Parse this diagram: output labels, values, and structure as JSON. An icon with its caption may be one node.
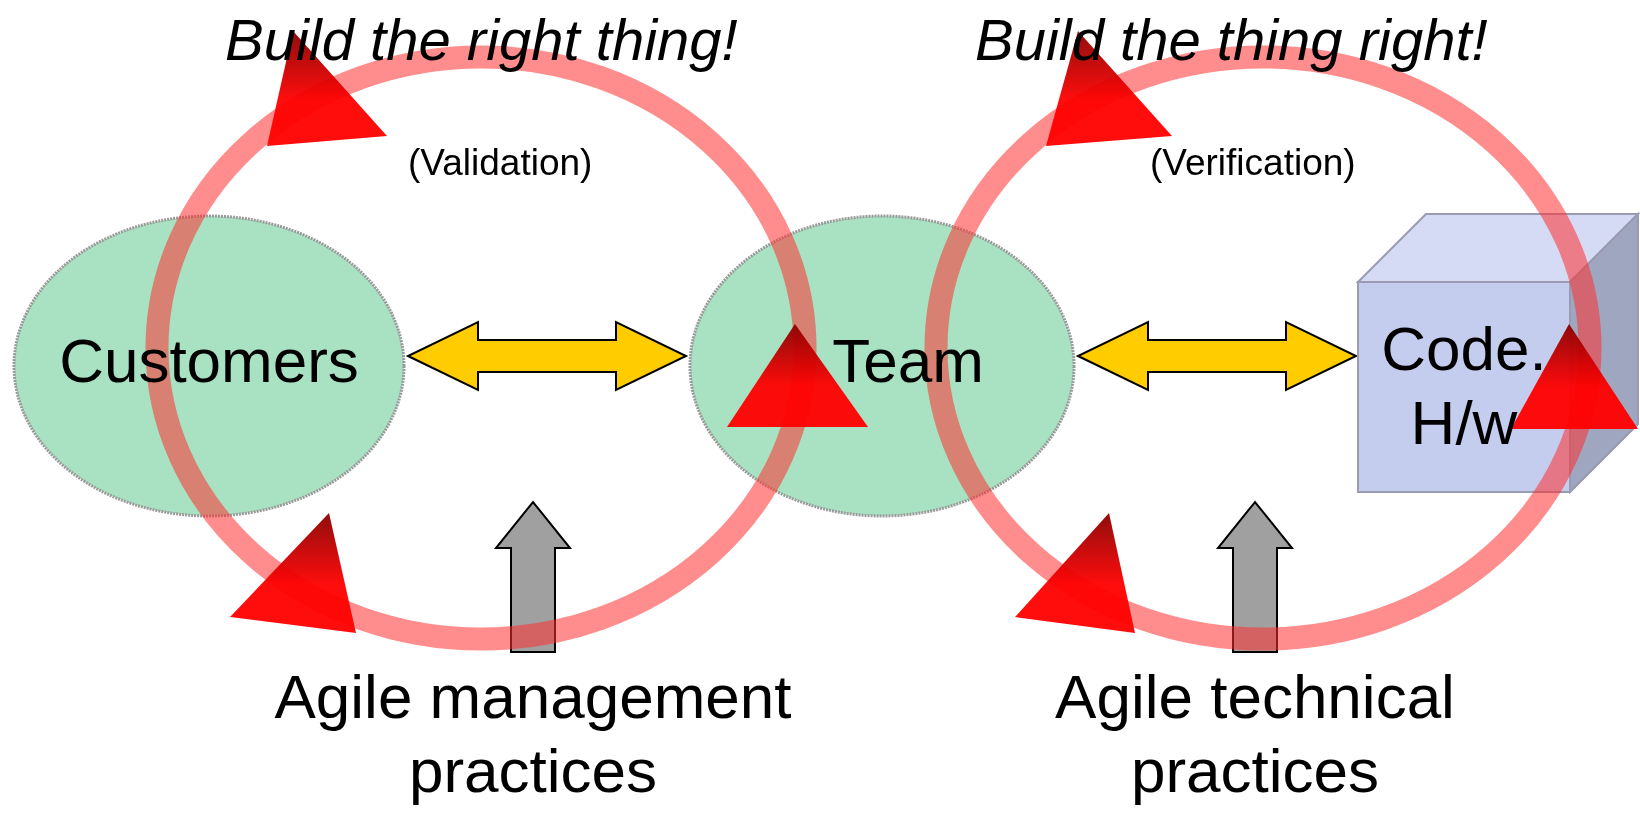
{
  "diagram": {
    "nodes": [
      {
        "text": [
          "Customers"
        ]
      },
      {
        "text": [
          "Team"
        ]
      },
      {
        "text": [
          "Code. H/w"
        ]
      },
      {
        "text": [
          "Agile management practices"
        ]
      },
      {
        "text": [
          "Agile technical practices"
        ]
      }
    ],
    "edges": [
      {
        "from": 0,
        "to": 1,
        "arrow": "both",
        "style": "thick",
        "color": "#ffcc00"
      },
      {
        "from": 1,
        "to": 2,
        "arrow": "both",
        "style": "thick",
        "color": "#ffcc00"
      },
      {
        "from": 3,
        "to": null,
        "arrow": "to",
        "style": "thick",
        "color": "#a0a0a0"
      },
      {
        "from": 4,
        "to": null,
        "arrow": "to",
        "style": "thick",
        "color": "#a0a0a0"
      }
    ],
    "labels": [
      "Build the right thing!",
      "(Validation)",
      "Build the thing right!",
      "(Verification)"
    ]
  }
}
